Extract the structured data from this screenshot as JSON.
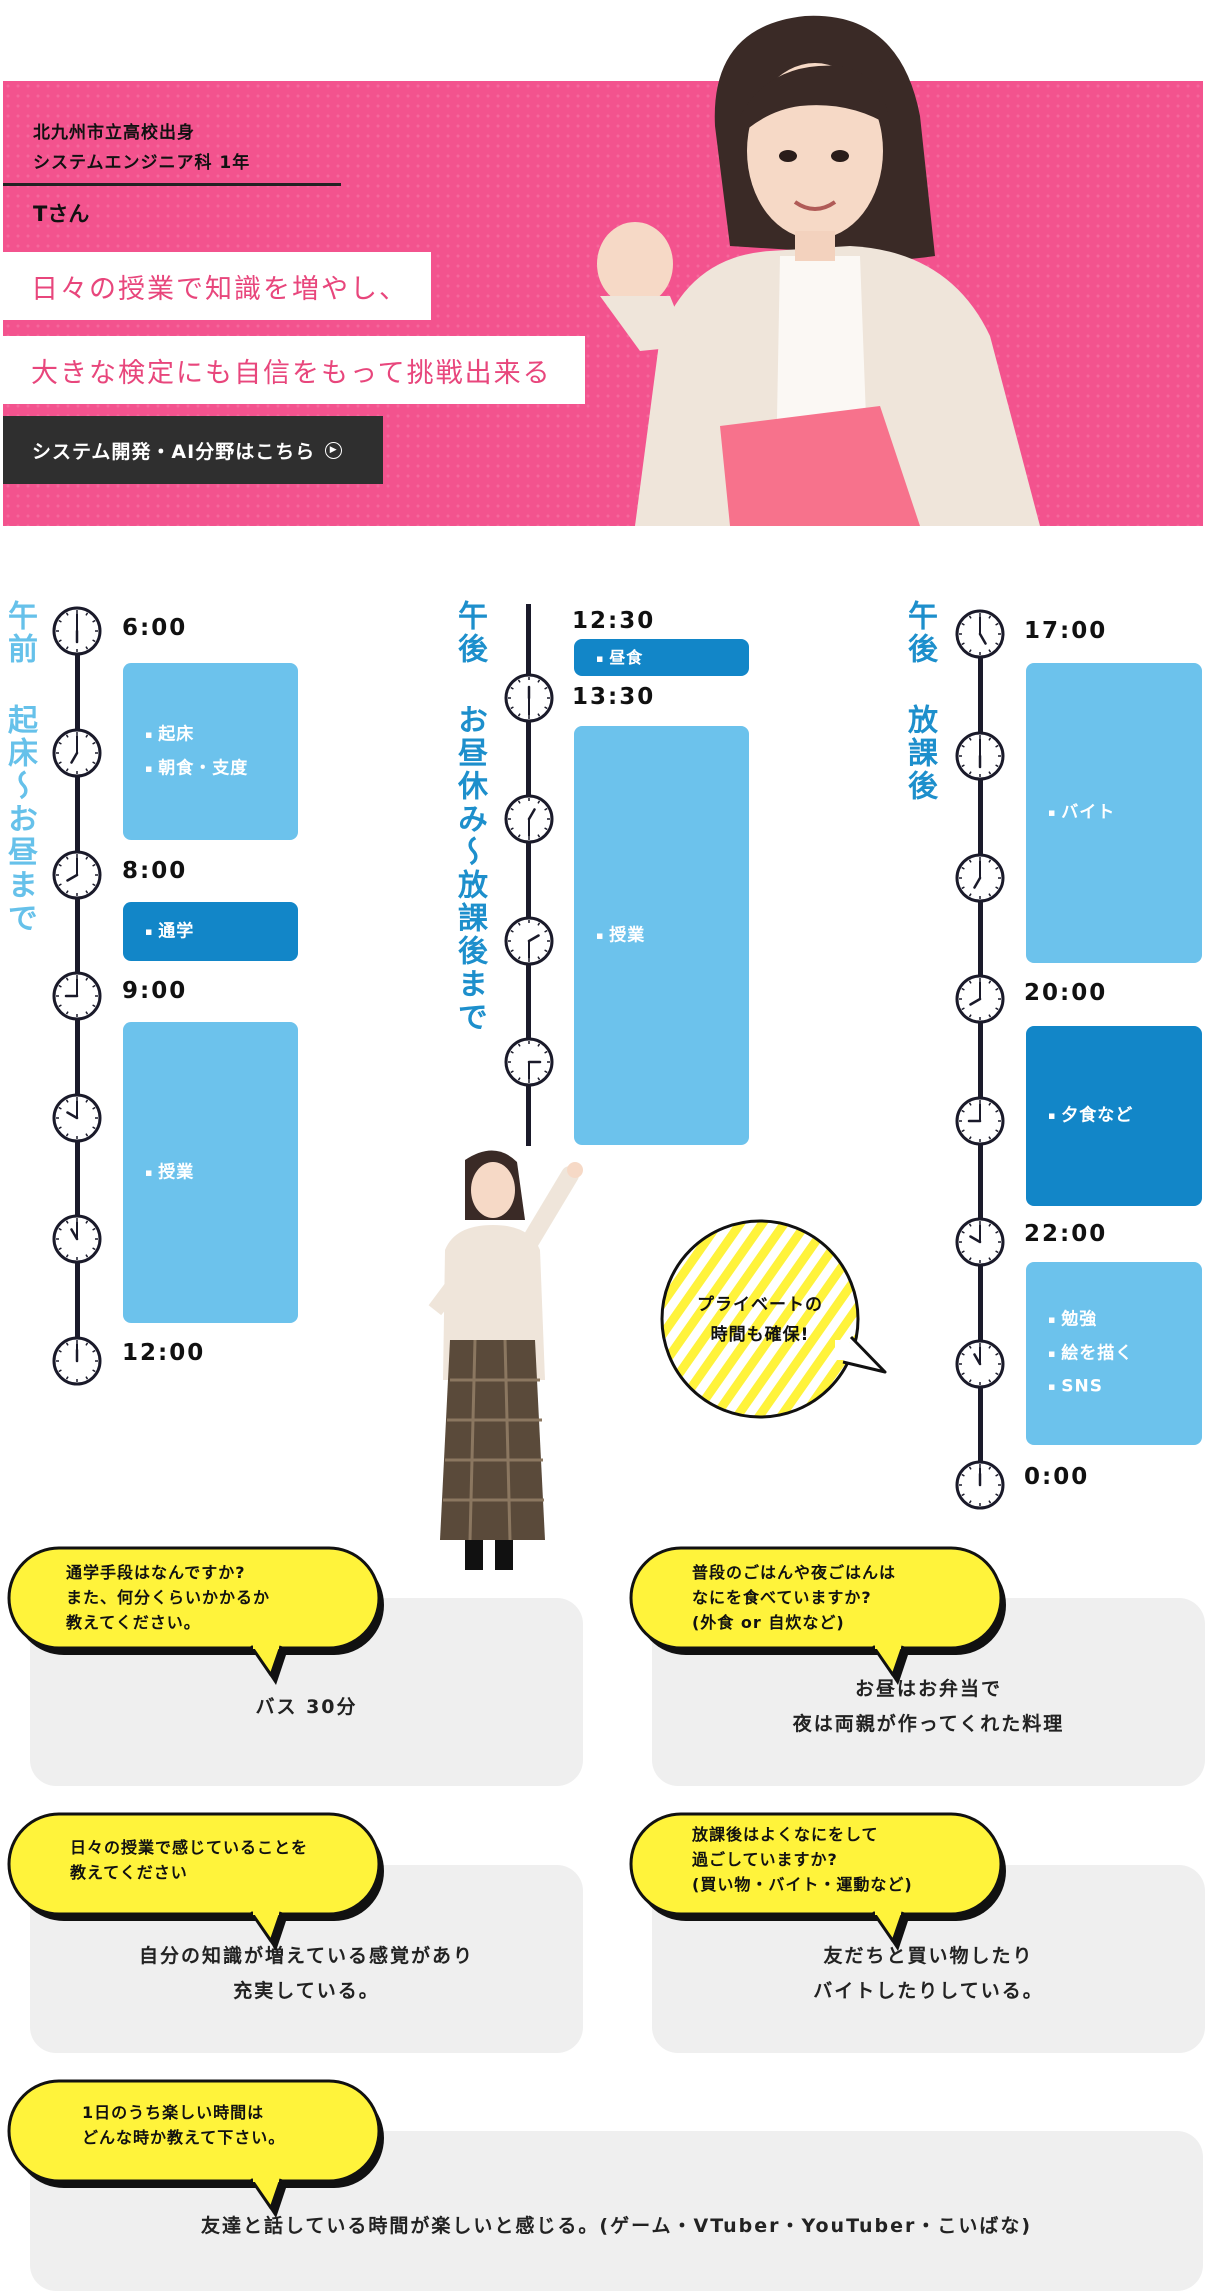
{
  "hero": {
    "school": "北九州市立高校出身\nシステムエンジニア科 1年",
    "name": "Tさん",
    "catch1": "日々の授業で知識を増やし、",
    "catch2": "大きな検定にも自信をもって挑戦出来る",
    "button_label": "システム開発・AI分野はこちら",
    "accent_color": "#f3538e"
  },
  "schedule": {
    "morning": {
      "title": "午前 起床〜お昼まで",
      "times": [
        "6:00",
        "8:00",
        "9:00",
        "12:00"
      ],
      "blocks": [
        {
          "items": [
            "起床",
            "朝食・支度"
          ]
        },
        {
          "items": [
            "通学"
          ]
        },
        {
          "items": [
            "授業"
          ]
        }
      ]
    },
    "afternoon": {
      "title": "午後 お昼休み〜放課後まで",
      "times": [
        "12:30",
        "13:30"
      ],
      "blocks": [
        {
          "items": [
            "昼食"
          ]
        },
        {
          "items": [
            "授業"
          ]
        }
      ]
    },
    "evening": {
      "title": "午後 放課後",
      "times": [
        "17:00",
        "20:00",
        "22:00",
        "0:00"
      ],
      "blocks": [
        {
          "items": [
            "バイト"
          ]
        },
        {
          "items": [
            "夕食など"
          ]
        },
        {
          "items": [
            "勉強",
            "絵を描く",
            "SNS"
          ]
        }
      ]
    },
    "private_bubble": "プライベートの\n時間も確保!",
    "colors": {
      "light": "#6cc2ec",
      "dark": "#1286c8",
      "rail": "#1a1a2a"
    }
  },
  "qa": [
    {
      "question": "通学手段はなんですか?\nまた、何分くらいかかるか\n教えてください。",
      "answer": "バス 30分"
    },
    {
      "question": "普段のごはんや夜ごはんは\nなにを食べていますか?\n(外食 or 自炊など)",
      "answer": "お昼はお弁当で\n夜は両親が作ってくれた料理"
    },
    {
      "question": "日々の授業で感じていることを\n教えてください",
      "answer": "自分の知識が増えている感覚があり\n充実している。"
    },
    {
      "question": "放課後はよくなにをして\n過ごしていますか?\n(買い物・バイト・運動など)",
      "answer": "友だちと買い物したり\nバイトしたりしている。"
    },
    {
      "question": "1日のうち楽しい時間は\nどんな時か教えて下さい。",
      "answer": "友達と話している時間が楽しいと感じる。(ゲーム・VTuber・YouTuber・こいばな)"
    }
  ]
}
